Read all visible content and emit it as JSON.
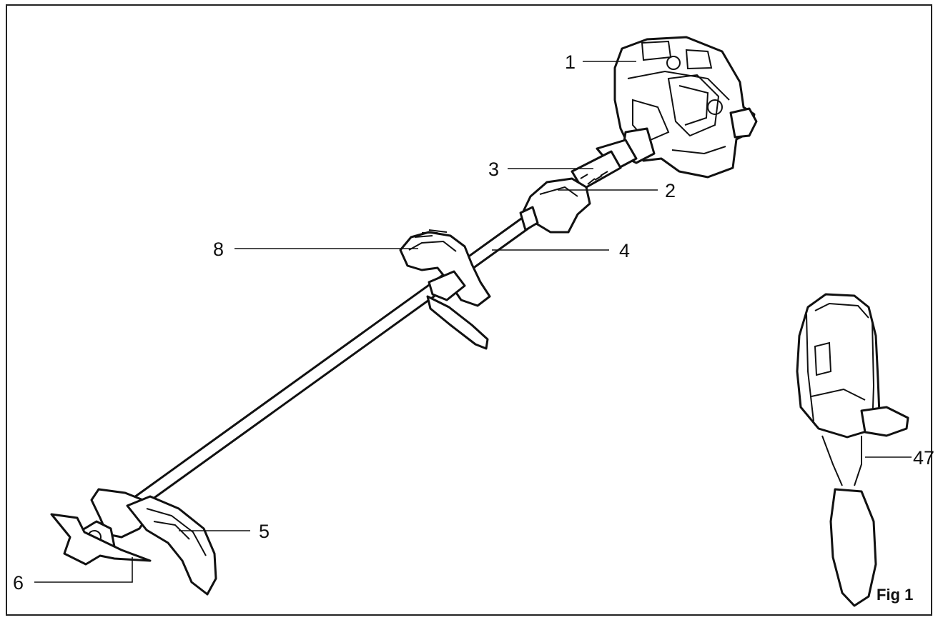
{
  "figure": {
    "label": "Fig 1",
    "callouts": {
      "c1": "1",
      "c2": "2",
      "c3": "3",
      "c4": "4",
      "c5": "5",
      "c6": "6",
      "c8": "8",
      "c47": "47"
    }
  }
}
